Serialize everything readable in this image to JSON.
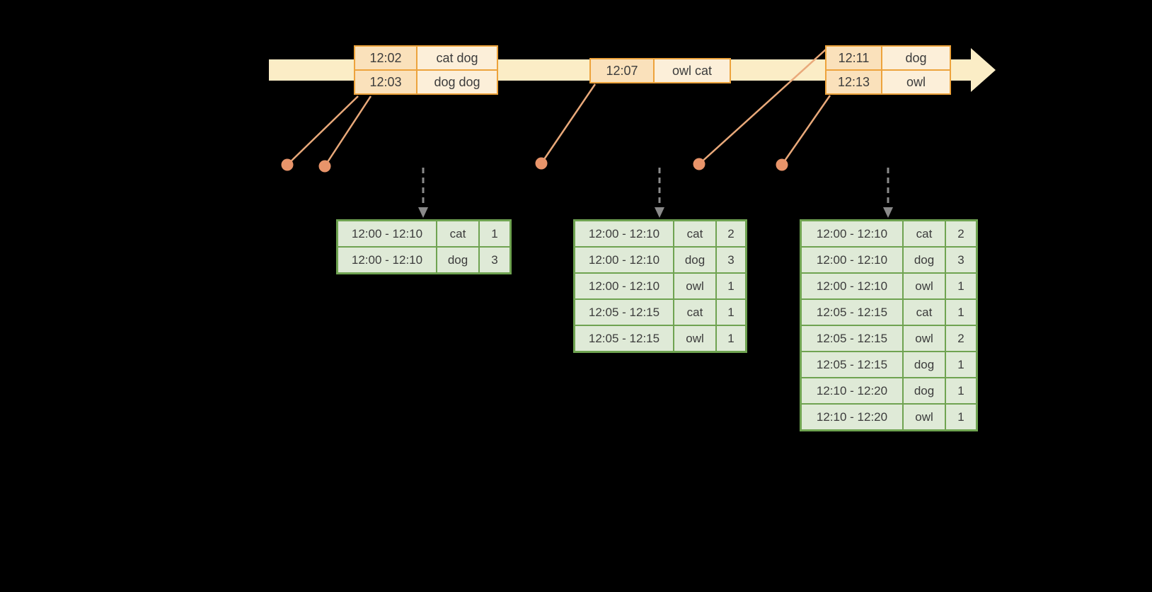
{
  "diagram": {
    "kind": "event-time-windowed-word-count-timeline"
  },
  "colors": {
    "background": "#000000",
    "timeline_fill": "#FBEDC6",
    "event_border": "#EDA33C",
    "event_time_fill": "#FAE1BB",
    "event_word_fill": "#FCEFD9",
    "connector_color": "#E9A97A",
    "dot_color": "#E8946A",
    "dashed_arrow_color": "#8A8A8A",
    "result_border": "#6FA351",
    "result_fill": "#DFEAD7",
    "text_color": "#3C3C3C"
  },
  "event_tables": [
    {
      "rows": [
        {
          "time": "12:02",
          "words": "cat dog"
        },
        {
          "time": "12:03",
          "words": "dog dog"
        }
      ]
    },
    {
      "rows": [
        {
          "time": "12:07",
          "words": "owl cat"
        }
      ]
    },
    {
      "rows": [
        {
          "time": "12:11",
          "words": "dog"
        },
        {
          "time": "12:13",
          "words": "owl"
        }
      ]
    }
  ],
  "result_tables": [
    {
      "rows": [
        [
          "12:00 - 12:10",
          "cat",
          "1"
        ],
        [
          "12:00 - 12:10",
          "dog",
          "3"
        ]
      ]
    },
    {
      "rows": [
        [
          "12:00 - 12:10",
          "cat",
          "2"
        ],
        [
          "12:00 - 12:10",
          "dog",
          "3"
        ],
        [
          "12:00 - 12:10",
          "owl",
          "1"
        ],
        [
          "12:05 - 12:15",
          "cat",
          "1"
        ],
        [
          "12:05 - 12:15",
          "owl",
          "1"
        ]
      ]
    },
    {
      "rows": [
        [
          "12:00 - 12:10",
          "cat",
          "2"
        ],
        [
          "12:00 - 12:10",
          "dog",
          "3"
        ],
        [
          "12:00 - 12:10",
          "owl",
          "1"
        ],
        [
          "12:05 - 12:15",
          "cat",
          "1"
        ],
        [
          "12:05 - 12:15",
          "owl",
          "2"
        ],
        [
          "12:05 - 12:15",
          "dog",
          "1"
        ],
        [
          "12:10 - 12:20",
          "dog",
          "1"
        ],
        [
          "12:10 - 12:20",
          "owl",
          "1"
        ]
      ]
    }
  ]
}
